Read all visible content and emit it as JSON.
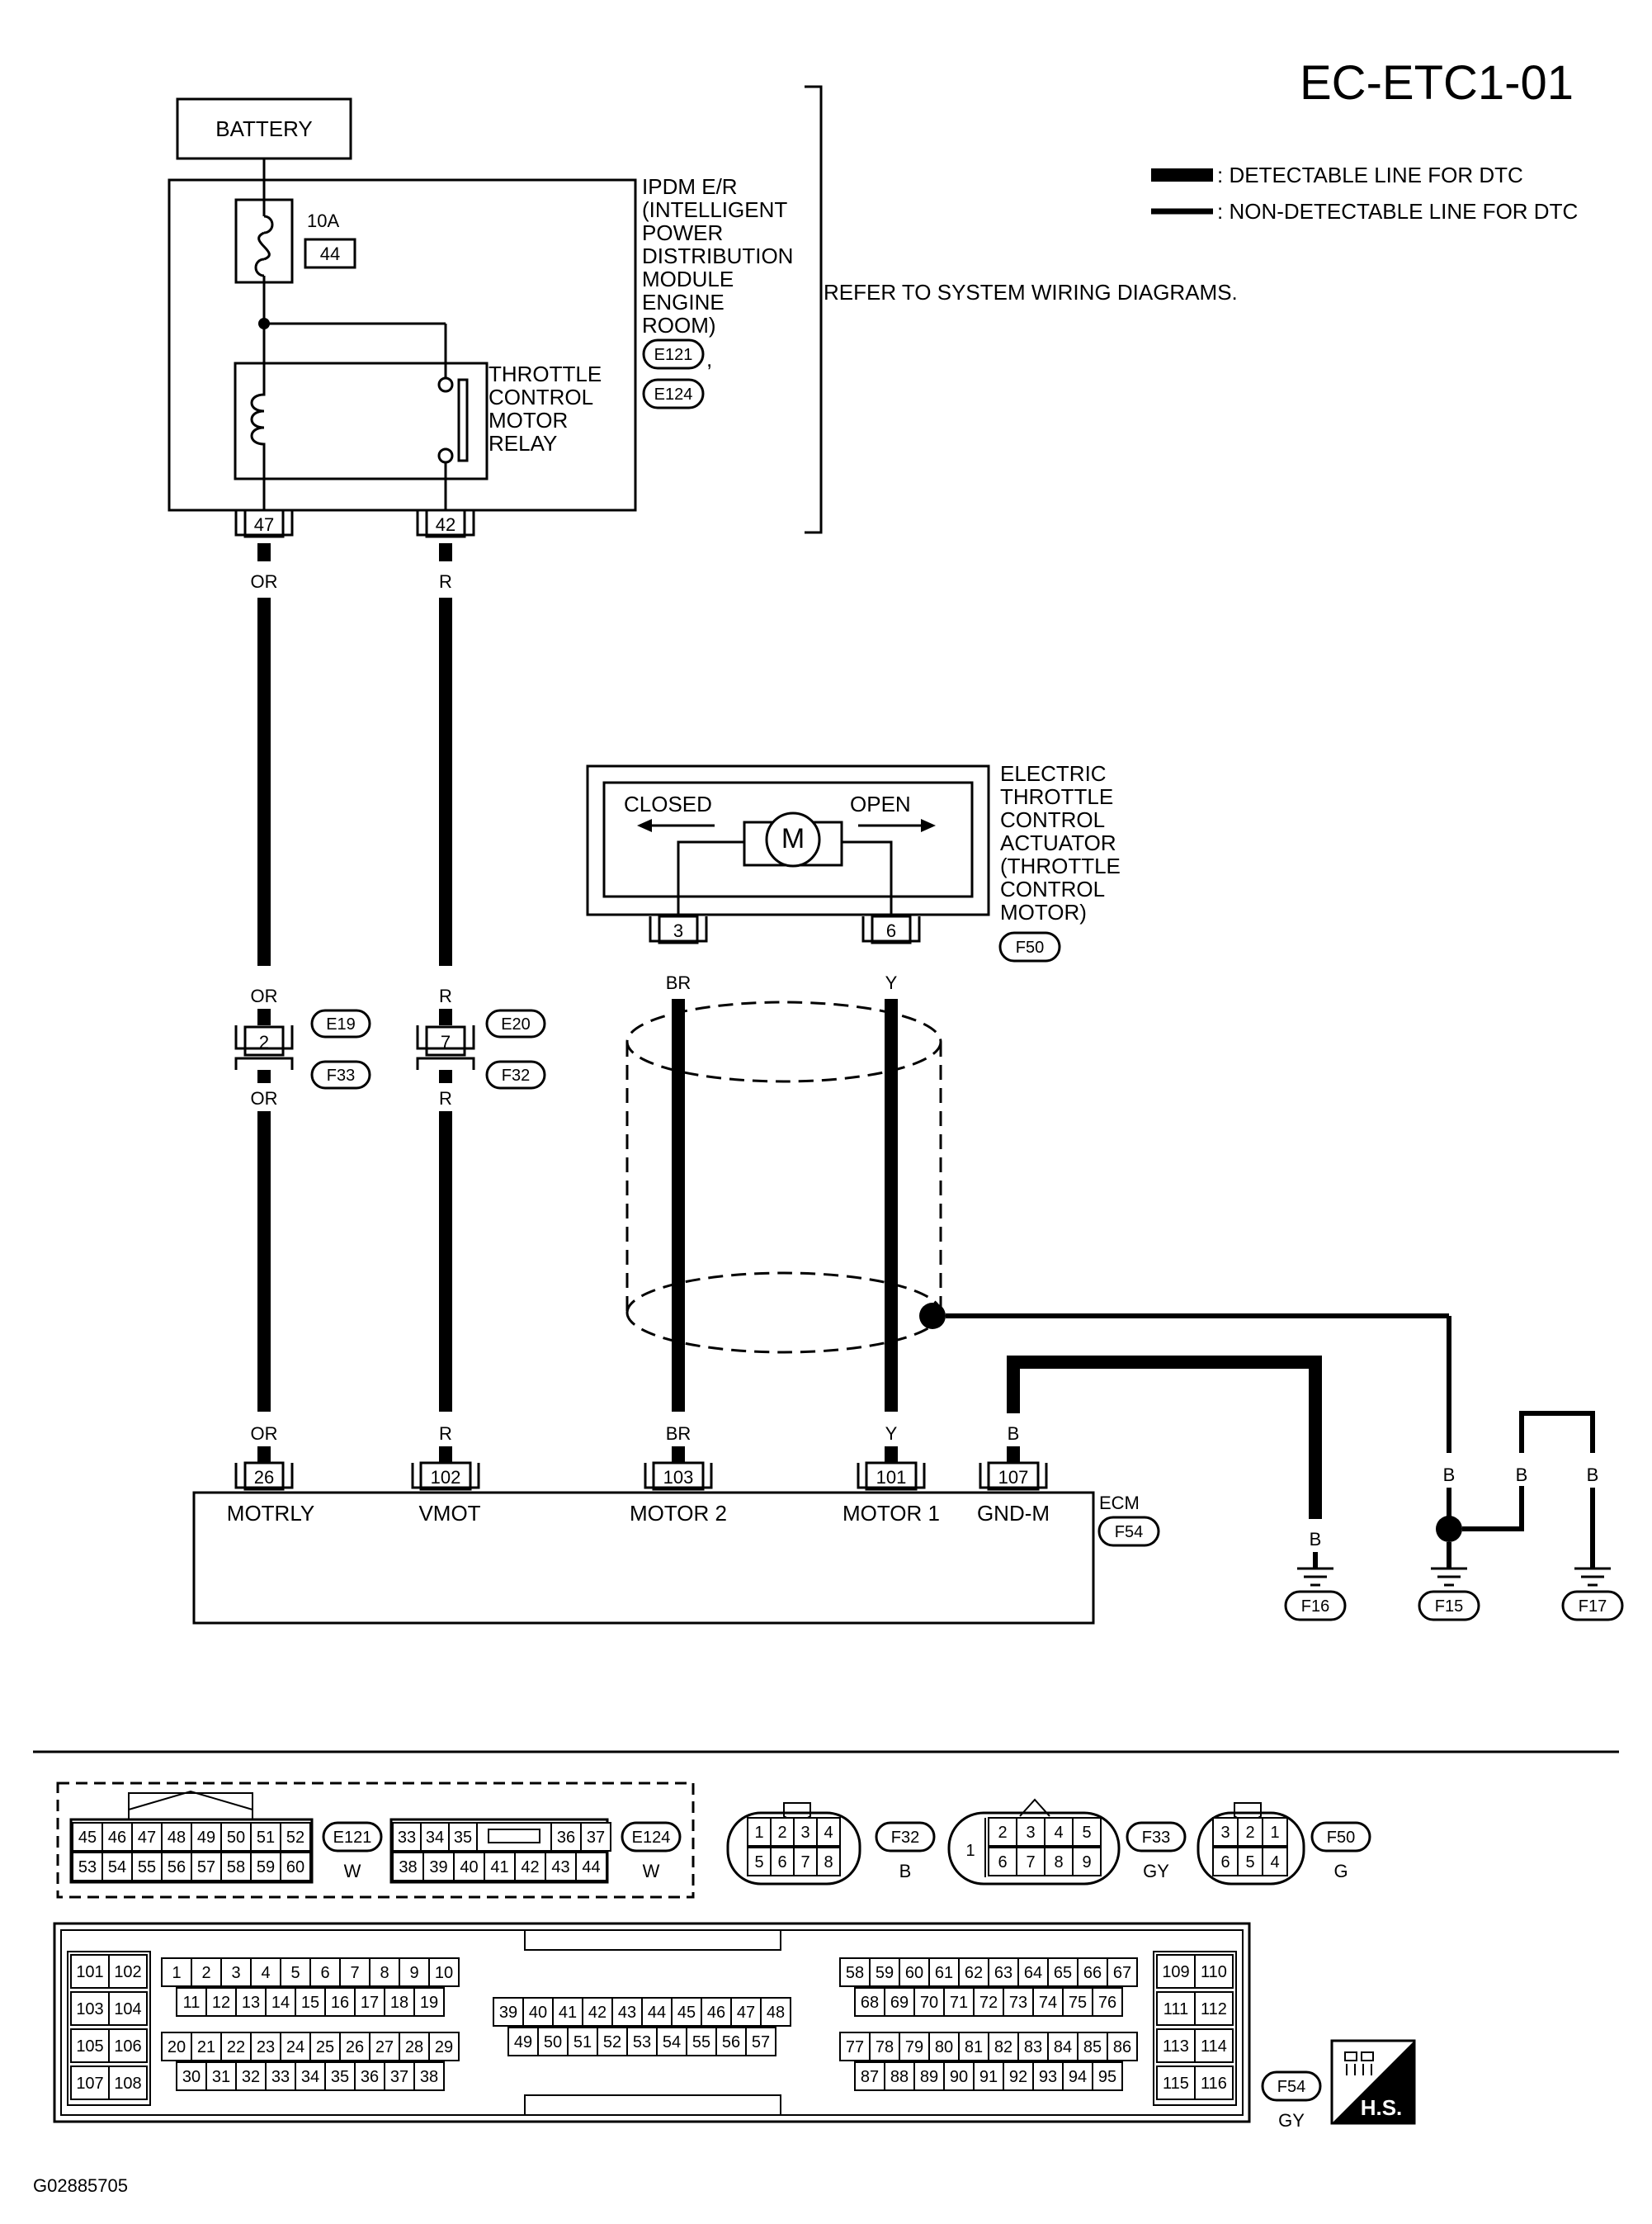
{
  "title": "EC-ETC1-01",
  "figure_id": "G02885705",
  "legend": {
    "detectable": ": DETECTABLE LINE FOR DTC",
    "non_detectable": ": NON-DETECTABLE LINE FOR DTC"
  },
  "battery": "BATTERY",
  "fuse": {
    "rating": "10A",
    "number": "44"
  },
  "ipdm": {
    "label_lines": [
      "IPDM E/R",
      "(INTELLIGENT",
      "POWER",
      "DISTRIBUTION",
      "MODULE",
      "ENGINE",
      "ROOM)"
    ],
    "connectors": [
      "E121",
      "E124"
    ],
    "comma": ","
  },
  "relay": {
    "label_lines": [
      "THROTTLE",
      "CONTROL",
      "MOTOR",
      "RELAY"
    ]
  },
  "refer_text": "REFER TO SYSTEM WIRING DIAGRAMS.",
  "ipdm_pins": [
    "47",
    "42"
  ],
  "actuator": {
    "label_lines": [
      "ELECTRIC",
      "THROTTLE",
      "CONTROL",
      "ACTUATOR",
      "(THROTTLE",
      "CONTROL",
      "MOTOR)"
    ],
    "closed": "CLOSED",
    "open": "OPEN",
    "motor": "M",
    "pins": [
      "3",
      "6"
    ],
    "connector": "F50"
  },
  "wires": {
    "or": "OR",
    "r": "R",
    "br": "BR",
    "y": "Y",
    "b": "B"
  },
  "joint_connectors": {
    "left": {
      "pin": "2",
      "top": "E19",
      "bottom": "F33"
    },
    "right": {
      "pin": "7",
      "top": "E20",
      "bottom": "F32"
    }
  },
  "ecm": {
    "name": "ECM",
    "connector": "F54",
    "pins": [
      {
        "num": "26",
        "label": "MOTRLY"
      },
      {
        "num": "102",
        "label": "VMOT"
      },
      {
        "num": "103",
        "label": "MOTOR 2"
      },
      {
        "num": "101",
        "label": "MOTOR 1"
      },
      {
        "num": "107",
        "label": "GND-M"
      }
    ]
  },
  "grounds": [
    "F16",
    "F15",
    "F17"
  ],
  "connector_views": {
    "e121": {
      "row1": [
        "45",
        "46",
        "47",
        "48",
        "49",
        "50",
        "51",
        "52"
      ],
      "row2": [
        "53",
        "54",
        "55",
        "56",
        "57",
        "58",
        "59",
        "60"
      ],
      "id": "E121",
      "color": "W"
    },
    "e124": {
      "row1": [
        "33",
        "34",
        "35",
        "",
        "36",
        "37"
      ],
      "row2": [
        "38",
        "39",
        "40",
        "41",
        "42",
        "43",
        "44"
      ],
      "id": "E124",
      "color": "W"
    },
    "f32": {
      "row1": [
        "1",
        "2",
        "3",
        "4"
      ],
      "row2": [
        "5",
        "6",
        "7",
        "8"
      ],
      "id": "F32",
      "color": "B"
    },
    "f33": {
      "left": "1",
      "row1": [
        "2",
        "3",
        "4",
        "5"
      ],
      "row2": [
        "6",
        "7",
        "8",
        "9"
      ],
      "id": "F33",
      "color": "GY"
    },
    "f50": {
      "row1": [
        "3",
        "2",
        "1"
      ],
      "row2": [
        "6",
        "5",
        "4"
      ],
      "id": "F50",
      "color": "G"
    },
    "f54": {
      "left_col": [
        [
          "101",
          "102"
        ],
        [
          "103",
          "104"
        ],
        [
          "105",
          "106"
        ],
        [
          "107",
          "108"
        ]
      ],
      "g1r1": [
        "1",
        "2",
        "3",
        "4",
        "5",
        "6",
        "7",
        "8",
        "9",
        "10"
      ],
      "g1r2": [
        "11",
        "12",
        "13",
        "14",
        "15",
        "16",
        "17",
        "18",
        "19"
      ],
      "g1r3": [
        "20",
        "21",
        "22",
        "23",
        "24",
        "25",
        "26",
        "27",
        "28",
        "29"
      ],
      "g1r4": [
        "30",
        "31",
        "32",
        "33",
        "34",
        "35",
        "36",
        "37",
        "38"
      ],
      "g2r1": [
        "39",
        "40",
        "41",
        "42",
        "43",
        "44",
        "45",
        "46",
        "47",
        "48"
      ],
      "g2r2": [
        "49",
        "50",
        "51",
        "52",
        "53",
        "54",
        "55",
        "56",
        "57"
      ],
      "g3r1": [
        "58",
        "59",
        "60",
        "61",
        "62",
        "63",
        "64",
        "65",
        "66",
        "67"
      ],
      "g3r2": [
        "68",
        "69",
        "70",
        "71",
        "72",
        "73",
        "74",
        "75",
        "76"
      ],
      "g3r3": [
        "77",
        "78",
        "79",
        "80",
        "81",
        "82",
        "83",
        "84",
        "85",
        "86"
      ],
      "g3r4": [
        "87",
        "88",
        "89",
        "90",
        "91",
        "92",
        "93",
        "94",
        "95"
      ],
      "right_col": [
        [
          "109",
          "110"
        ],
        [
          "111",
          "112"
        ],
        [
          "113",
          "114"
        ],
        [
          "115",
          "116"
        ]
      ],
      "id": "F54",
      "color": "GY"
    },
    "hs": "H.S."
  }
}
